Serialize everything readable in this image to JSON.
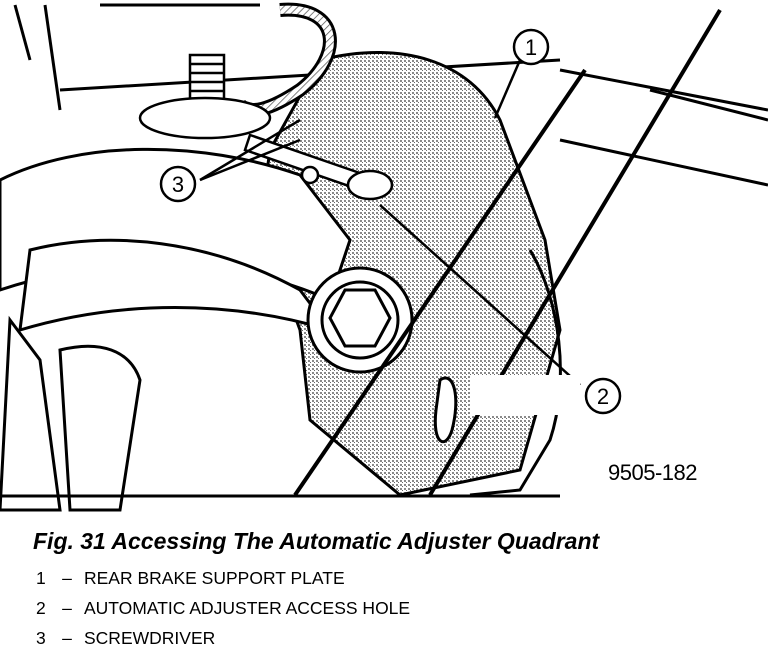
{
  "figure": {
    "code": "9505-182",
    "caption": "Fig. 31 Accessing The Automatic Adjuster Quadrant"
  },
  "callouts": [
    {
      "number": "1",
      "label": "REAR BRAKE SUPPORT PLATE"
    },
    {
      "number": "2",
      "label": "AUTOMATIC ADJUSTER ACCESS HOLE"
    },
    {
      "number": "3",
      "label": "SCREWDRIVER"
    }
  ],
  "legend_separator": "–",
  "colors": {
    "ink": "#000000",
    "paper": "#ffffff",
    "shade": "#9a9a9a"
  }
}
